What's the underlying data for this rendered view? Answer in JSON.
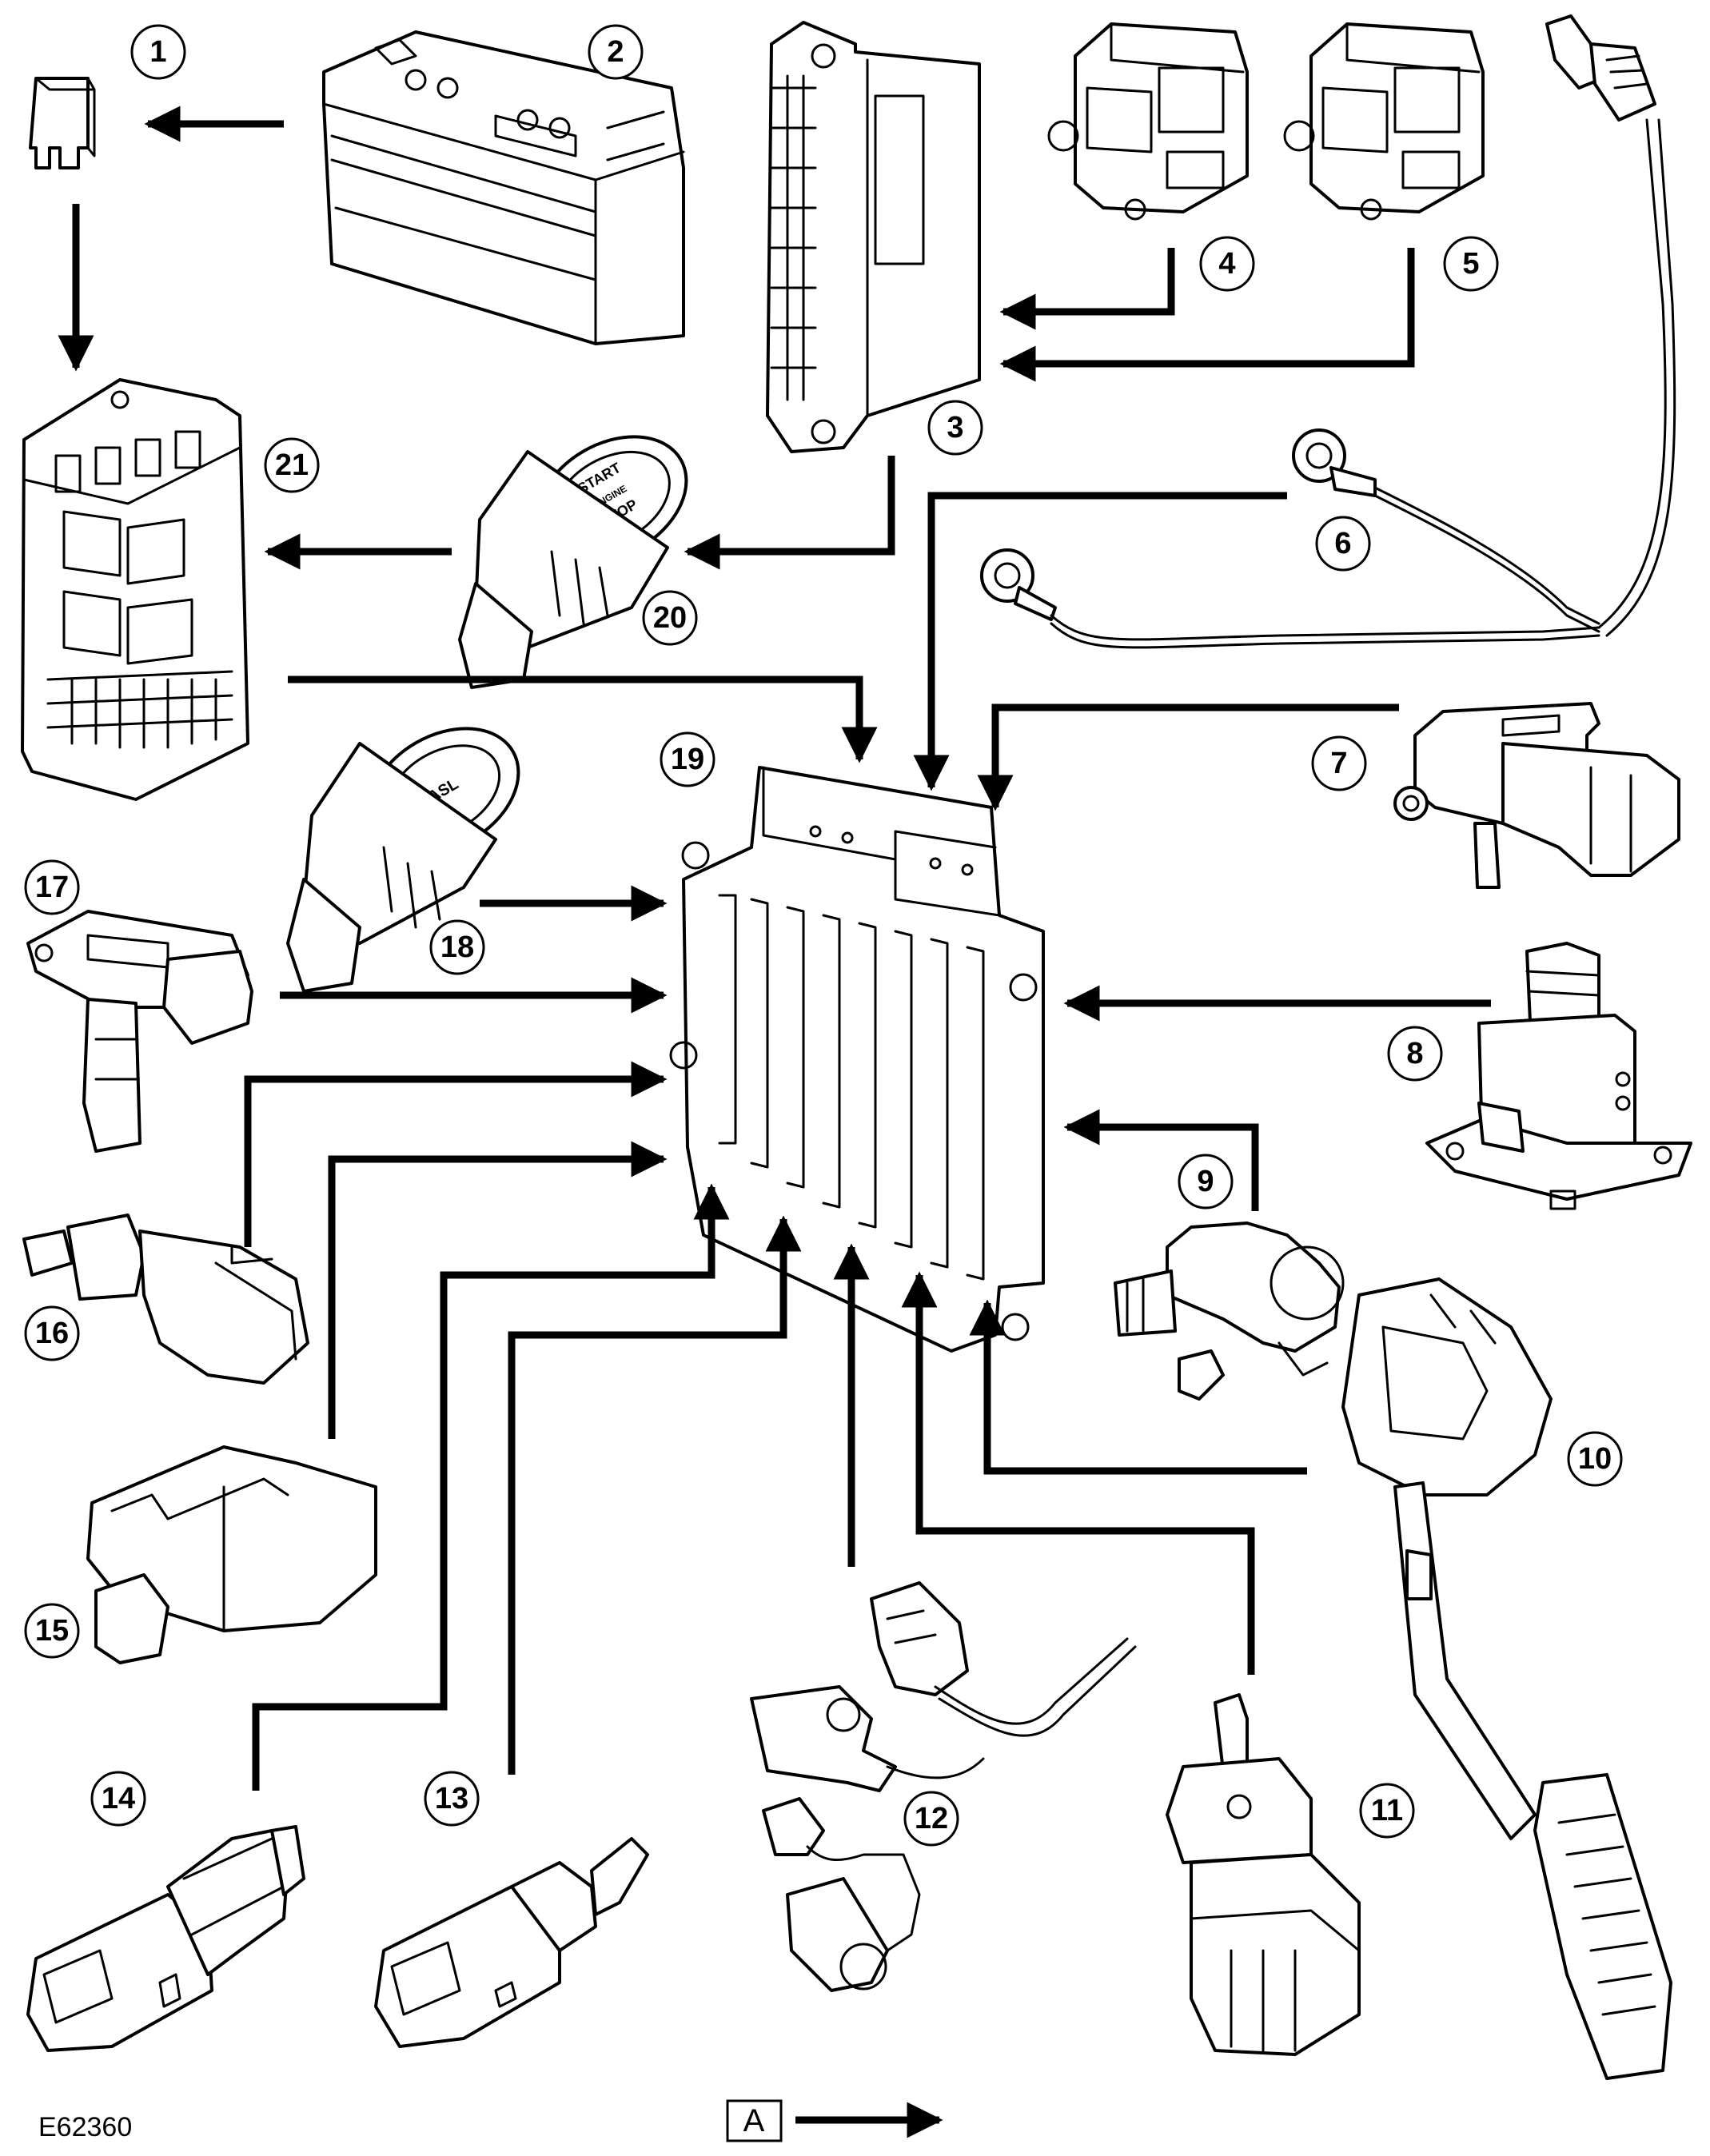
{
  "figure_id": "E62360",
  "legend": {
    "key_label": "A"
  },
  "callouts": {
    "c1": "1",
    "c2": "2",
    "c3": "3",
    "c4": "4",
    "c5": "5",
    "c6": "6",
    "c7": "7",
    "c8": "8",
    "c9": "9",
    "c10": "10",
    "c11": "11",
    "c12": "12",
    "c13": "13",
    "c14": "14",
    "c15": "15",
    "c16": "16",
    "c17": "17",
    "c18": "18",
    "c19": "19",
    "c20": "20",
    "c21": "21"
  },
  "part_markings": {
    "start_button_line1": "START",
    "start_button_line2": "ENGINE",
    "start_button_line3": "STOP",
    "asl_button": "ASL"
  },
  "colors": {
    "ink": "#000000",
    "paper": "#ffffff"
  }
}
